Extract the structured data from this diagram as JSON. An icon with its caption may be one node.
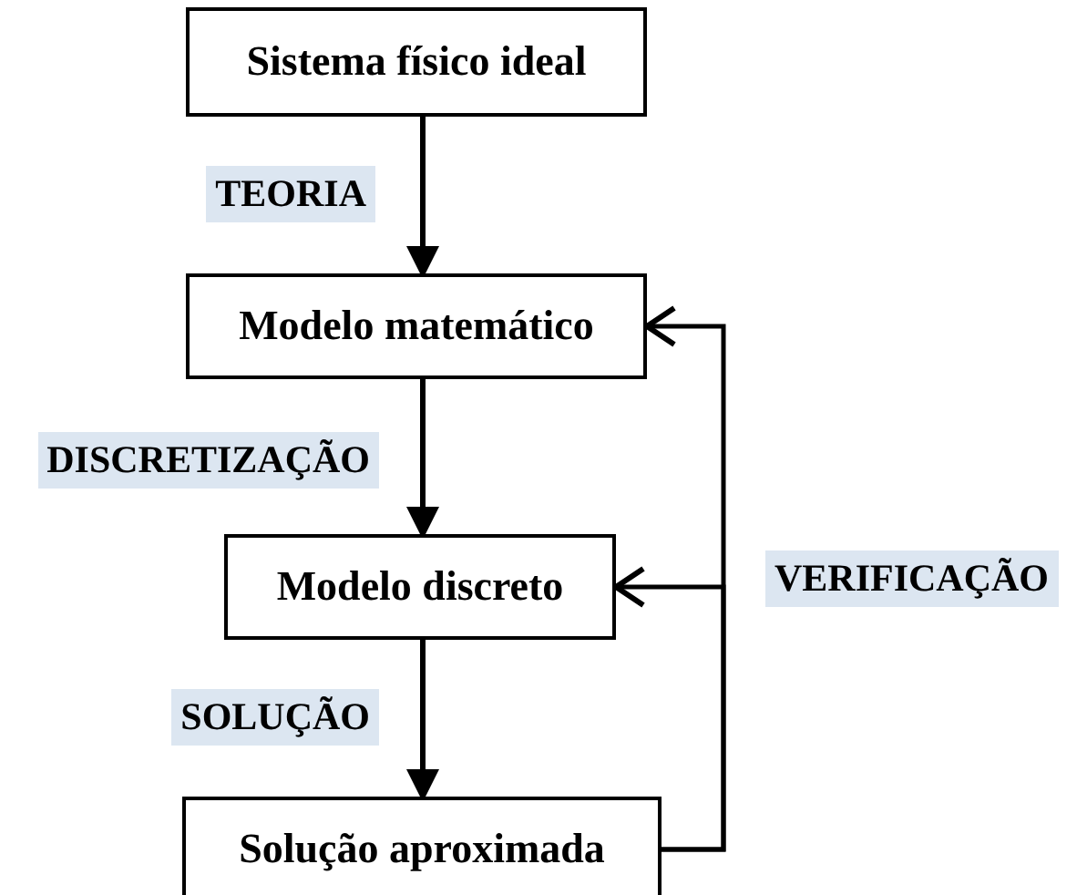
{
  "diagram": {
    "nodes": [
      {
        "text": [
          "Sistema físico ideal"
        ]
      },
      {
        "text": [
          "Modelo matemático"
        ]
      },
      {
        "text": [
          "Modelo discreto"
        ]
      },
      {
        "text": [
          "Solução aproximada"
        ]
      }
    ],
    "edges": [
      {
        "from": 0,
        "to": 1,
        "arrow": "to",
        "label": "TEORIA"
      },
      {
        "from": 1,
        "to": 2,
        "arrow": "to",
        "label": "DISCRETIZAÇÃO"
      },
      {
        "from": 2,
        "to": 3,
        "arrow": "to",
        "label": "SOLUÇÃO"
      },
      {
        "from": 3,
        "to": 1,
        "arrow": "to",
        "label": "VERIFICAÇÃO"
      },
      {
        "from": 3,
        "to": 2,
        "arrow": "to"
      }
    ]
  }
}
